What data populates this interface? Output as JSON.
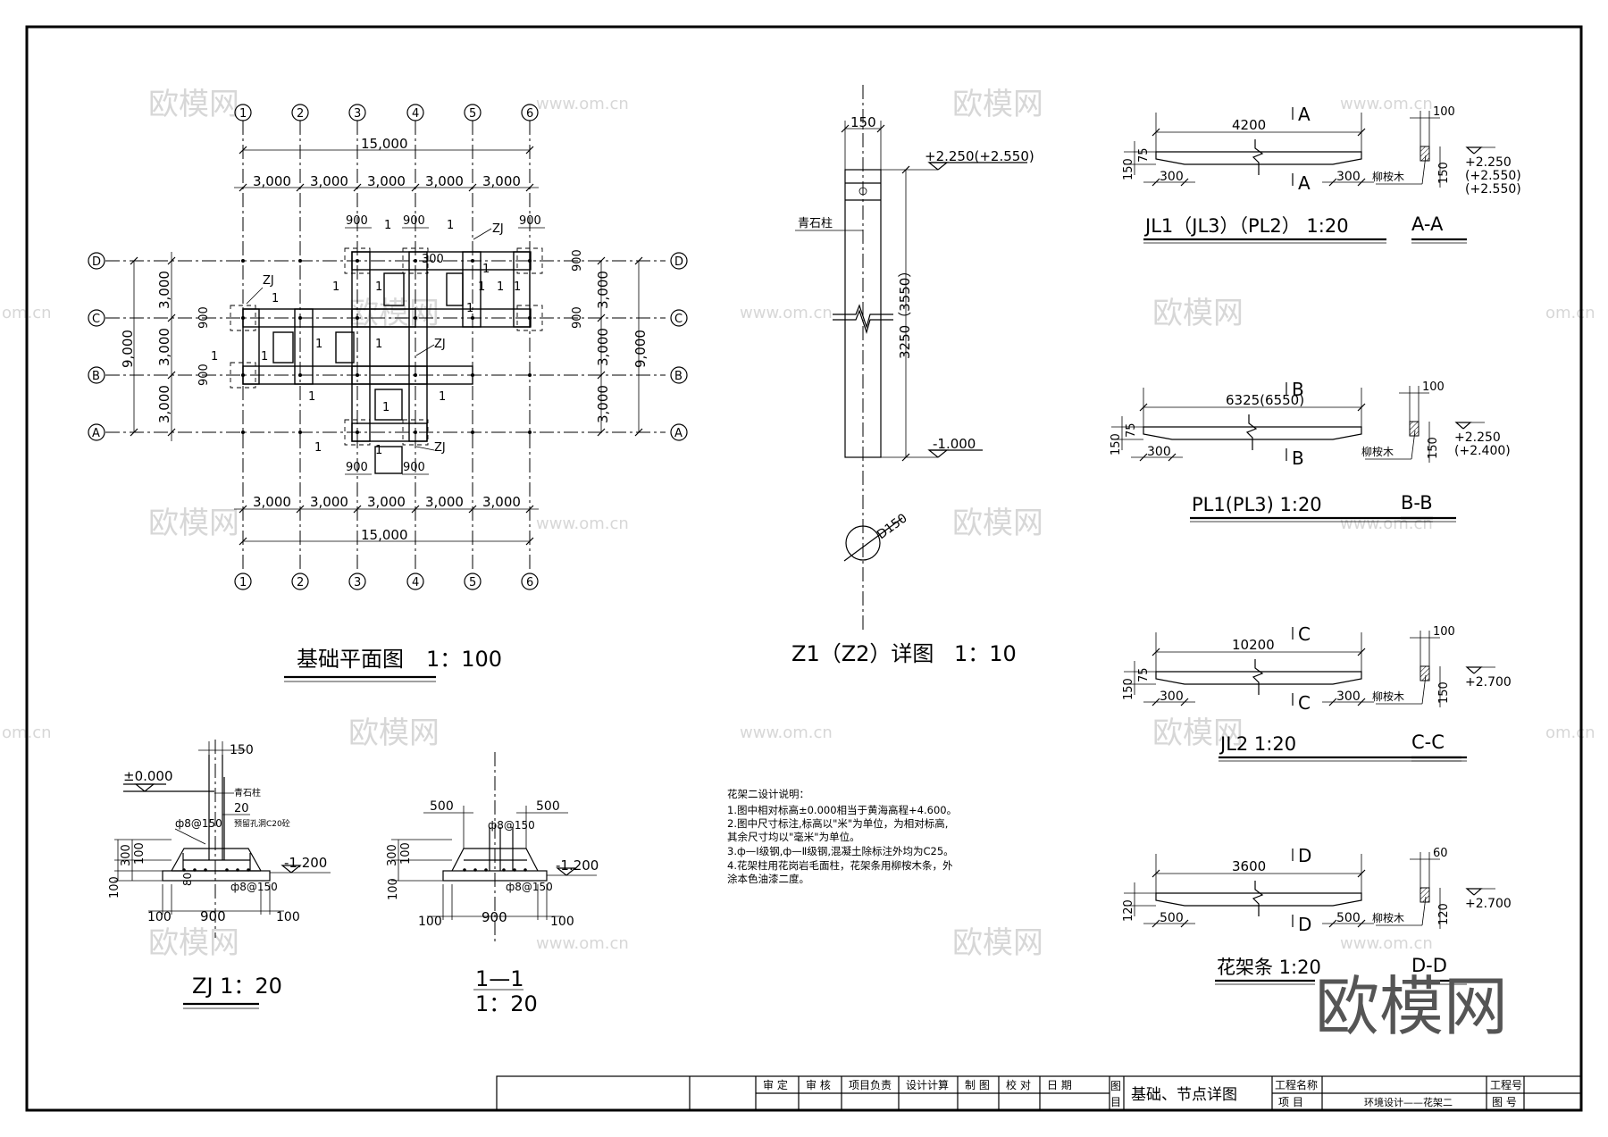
{
  "watermarks": {
    "cn": "欧模网",
    "url": "www.om.cn",
    "url_clip": "om.cn",
    "logo": "欧模网"
  },
  "plan": {
    "title": "基础平面图",
    "scale": "1：100",
    "axes_num": [
      "1",
      "2",
      "3",
      "4",
      "5",
      "6"
    ],
    "axes_letter": [
      "D",
      "C",
      "B",
      "A"
    ],
    "total": "15,000",
    "bay": "3,000",
    "total_v": "9,000",
    "pad": "900",
    "dim300": "300",
    "zj": "ZJ",
    "cut": "1"
  },
  "column": {
    "title": "Z1（Z2）详图",
    "scale": "1：10",
    "top_dim": "150",
    "elev_top": "+2.250(+2.550)",
    "height": "3250（3550）",
    "material": "青石柱",
    "elev_bot": "-1.000",
    "dia": "D150"
  },
  "beams": [
    {
      "label": "A",
      "length": "4200",
      "left": "300",
      "right": "300",
      "h1": "150",
      "h2": "75",
      "title": "JL1（JL3）（PL2） 1:20",
      "section": "A-A",
      "width": "100",
      "sh": "150",
      "wood": "柳桉木",
      "elevs": [
        "+2.250",
        "(+2.550)",
        "(+2.550)"
      ]
    },
    {
      "label": "B",
      "length": "6325(6550)",
      "left": "300",
      "right": "",
      "h1": "150",
      "h2": "75",
      "title": "PL1(PL3) 1:20",
      "section": "B-B",
      "width": "100",
      "sh": "150",
      "wood": "柳桉木",
      "elevs": [
        "+2.250",
        "(+2.400)"
      ]
    },
    {
      "label": "C",
      "length": "10200",
      "left": "300",
      "right": "300",
      "h1": "150",
      "h2": "75",
      "title": "JL2 1:20",
      "section": "C-C",
      "width": "100",
      "sh": "150",
      "wood": "柳桉木",
      "elevs": [
        "+2.700"
      ]
    },
    {
      "label": "D",
      "length": "3600",
      "left": "500",
      "right": "500",
      "h1": "120",
      "h2": "",
      "title": "花架条 1:20",
      "section": "D-D",
      "width": "60",
      "sh": "120",
      "wood": "柳桉木",
      "elevs": [
        "+2.700"
      ]
    }
  ],
  "zj_detail": {
    "title": "ZJ 1：20",
    "elev0": "±0.000",
    "top": "150",
    "material": "青石柱",
    "d20": "20",
    "rebar_top": "ф8@150",
    "note": "预留孔洞C20砼",
    "h300": "300",
    "h100a": "100",
    "h100b": "100",
    "d80": "80",
    "rebar_bot": "ф8@150",
    "elev": "-1.200",
    "w900": "900",
    "w100": "100"
  },
  "sec11": {
    "title": "1—1",
    "scale": "1：20",
    "w500": "500",
    "rebar": "ф8@150",
    "h300": "300",
    "h100": "100",
    "elev": "-1.200",
    "w900": "900",
    "w100": "100"
  },
  "notes": {
    "title": "花架二设计说明：",
    "lines": [
      "1.图中相对标高±0.000相当于黄海高程+4.600。",
      "2.图中尺寸标注,标高以\"米\"为单位，为相对标高,",
      "   其余尺寸均以\"毫米\"为单位。",
      "3.ф—Ⅰ级钢,ф—Ⅱ级钢,混凝土除标注外均为C25。",
      "4.花架柱用花岗岩毛面柱，花架条用柳桉木条，外",
      "   涂本色油漆二度。"
    ]
  },
  "titleblock": {
    "cells": [
      "审 定",
      "审 核",
      "项目负责",
      "设计计算",
      "制 图",
      "校 对",
      "日 期"
    ],
    "tu": "图",
    "mu": "目",
    "drawing": "基础、节点详图",
    "proj_name_label": "工程名称",
    "item_label": "项 目",
    "item": "环境设计——花架二",
    "proj_no_label": "工程号",
    "drawing_no_label": "图 号"
  }
}
